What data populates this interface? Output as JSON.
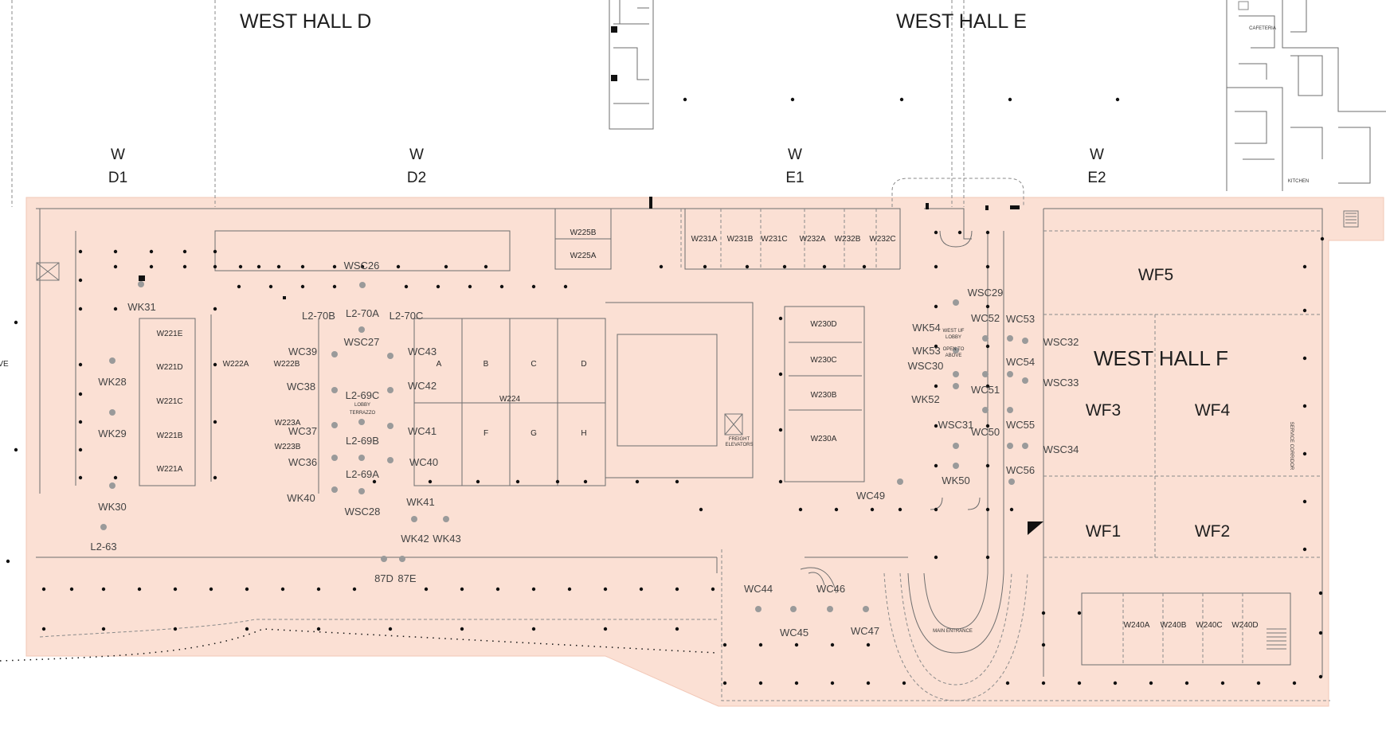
{
  "halls": {
    "west_hall_d": "WEST HALL D",
    "west_hall_e": "WEST HALL E",
    "west_hall_f": "WEST HALL F"
  },
  "column_labels": [
    {
      "line1": "W",
      "line2": "D1"
    },
    {
      "line1": "W",
      "line2": "D2"
    },
    {
      "line1": "W",
      "line2": "E1"
    },
    {
      "line1": "W",
      "line2": "E2"
    }
  ],
  "big_rooms": [
    "WF5",
    "WF3",
    "WF4",
    "WF1",
    "WF2"
  ],
  "rooms": {
    "w225b": "W225B",
    "w225a": "W225A",
    "w231a": "W231A",
    "w231b": "W231B",
    "w231c": "W231C",
    "w232a": "W232A",
    "w232b": "W232B",
    "w232c": "W232C",
    "w221e": "W221E",
    "w221d": "W221D",
    "w221c": "W221C",
    "w221b": "W221B",
    "w221a": "W221A",
    "w222a": "W222A",
    "w222b": "W222B",
    "w223a": "W223A",
    "w223b": "W223B",
    "a": "A",
    "b": "B",
    "c": "C",
    "d": "D",
    "f": "F",
    "g": "G",
    "h": "H",
    "w224": "W224",
    "w230d": "W230D",
    "w230c": "W230C",
    "w230b": "W230B",
    "w230a": "W230A",
    "w240a": "W240A",
    "w240b": "W240B",
    "w240c": "W240C",
    "w240d": "W240D"
  },
  "markers": {
    "wsc26": "WSC26",
    "wk31": "WK31",
    "l2_70b": "L2-70B",
    "l2_70a": "L2-70A",
    "l2_70c": "L2-70C",
    "wsc27": "WSC27",
    "wc39": "WC39",
    "wc43": "WC43",
    "wk28": "WK28",
    "wc38": "WC38",
    "wc42": "WC42",
    "l2_69c": "L2-69C",
    "wk29": "WK29",
    "wc37": "WC37",
    "wc41": "WC41",
    "l2_69b": "L2-69B",
    "wc36": "WC36",
    "wc40": "WC40",
    "l2_69a": "L2-69A",
    "wk30": "WK30",
    "wk40": "WK40",
    "wsc28": "WSC28",
    "wk41": "WK41",
    "wk42": "WK42",
    "wk43": "WK43",
    "l2_63": "L2-63",
    "d87": "87D",
    "e87": "87E",
    "wsc29": "WSC29",
    "wk54": "WK54",
    "wc52": "WC52",
    "wc53": "WC53",
    "wk53": "WK53",
    "wsc30": "WSC30",
    "wsc32": "WSC32",
    "wc54": "WC54",
    "wc51": "WC51",
    "wsc33": "WSC33",
    "wk52": "WK52",
    "wsc31": "WSC31",
    "wc55": "WC55",
    "wc50": "WC50",
    "wsc34": "WSC34",
    "wk50": "WK50",
    "wc56": "WC56",
    "wc49": "WC49",
    "wc44": "WC44",
    "wc46": "WC46",
    "wc45": "WC45",
    "wc47": "WC47"
  },
  "small_labels": {
    "lobby": "LOBBY",
    "terrazzo": "TERRAZZO",
    "freight_1": "FREIGHT",
    "freight_2": "ELEVATORS",
    "west_lobby_1": "WEST UF",
    "west_lobby_2": "LOBBY",
    "open_1": "OPEN TO",
    "open_2": "ABOVE",
    "main_entrance": "MAIN ENTRANCE",
    "service_corridor": "SERVICE CORRIDOR",
    "cafeteria": "CAFETERIA",
    "kitchen": "KITCHEN",
    "edge_we": "VE"
  },
  "colors": {
    "floor_fill": "#fbe0d4",
    "wall": "#6e6e6e",
    "column": "#111111",
    "marker_dot": "#9a9a9a"
  }
}
